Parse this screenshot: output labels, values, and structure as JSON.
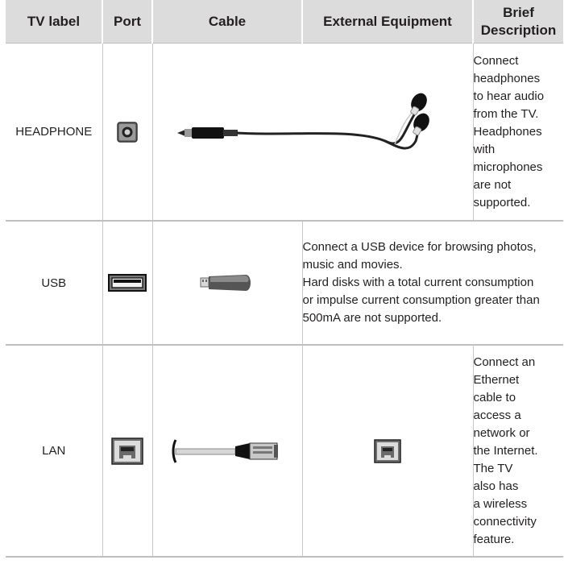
{
  "headers": {
    "tv_label": "TV label",
    "port": "Port",
    "cable": "Cable",
    "external_equipment": "External Equipment",
    "brief_line1": "Brief",
    "brief_line2": "Description"
  },
  "rows": [
    {
      "tv_label": "HEADPHONE",
      "port_icon": "headphone-jack-icon",
      "cable_icon": "earphones-icon",
      "description": [
        "Connect",
        "headphones",
        "to hear audio",
        "from the TV.",
        "Headphones",
        "with",
        "microphones",
        "are not",
        "supported."
      ]
    },
    {
      "tv_label": "USB",
      "port_icon": "usb-port-icon",
      "cable_icon": "usb-flash-drive-icon",
      "description": [
        "Connect a USB device for browsing photos,",
        "music and movies.",
        "Hard disks with a total current consumption",
        "or impulse current consumption greater than",
        "500mA are not supported."
      ]
    },
    {
      "tv_label": "LAN",
      "port_icon": "ethernet-port-icon",
      "cable_icon": "ethernet-cable-icon",
      "external_icon": "ethernet-port-icon",
      "description": [
        "Connect an",
        "Ethernet",
        "cable to",
        "access a",
        "network or",
        "the Internet.",
        "The TV",
        "also has",
        "a wireless",
        "connectivity",
        "feature."
      ]
    }
  ]
}
